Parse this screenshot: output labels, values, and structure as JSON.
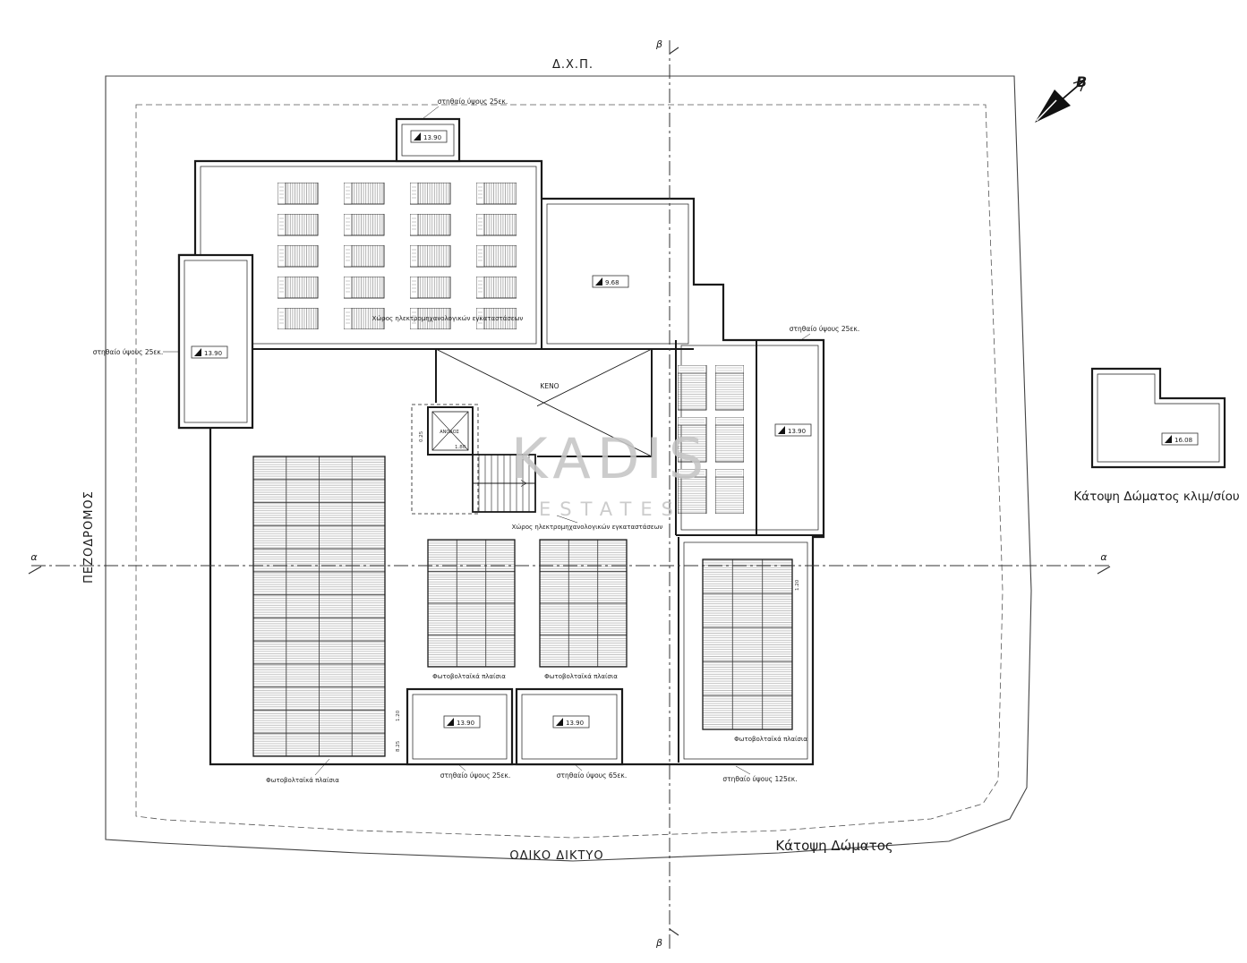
{
  "streets": {
    "top": "Δ.Χ.Π.",
    "left": "ΠΕΖΟΔΡΟΜΟΣ",
    "bottom": "ΟΔΙΚΟ ΔΙΚΤΥΟ"
  },
  "titles": {
    "main": "Κάτοψη Δώματος",
    "stair_roof": "Κάτοψη Δώματος κλιμ/σίου"
  },
  "north": {
    "label": "B"
  },
  "sections": {
    "beta_top": "β",
    "beta_bottom": "β",
    "alpha_left": "α",
    "alpha_right": "α"
  },
  "watermark": {
    "line1": "KADIS",
    "line2": "ESTATES"
  },
  "parapets": {
    "top": "στηθαίο ύψους 25εκ.",
    "left": "στηθαίο ύψους 25εκ.",
    "right": "στηθαίο ύψους 25εκ.",
    "bottom_25": "στηθαίο ύψους 25εκ.",
    "bottom_65": "στηθαίο ύψους 65εκ.",
    "bottom_125": "στηθαίο ύψους 125εκ."
  },
  "rooms": {
    "mech_top": "Χώρος ηλεκτρομηχανολογικών εγκαταστάσεων",
    "mech_mid": "Χώρος ηλεκτρομηχανολογικών εγκαταστάσεων",
    "void": "ΚΕΝΟ",
    "stairs_up": "ΑΝΟΔΟΣ"
  },
  "pv": {
    "left": "Φωτοβολταϊκά πλαίσια",
    "center_left": "Φωτοβολταϊκά πλαίσια",
    "center_right": "Φωτοβολταϊκά πλαίσια",
    "right": "Φωτοβολταϊκά πλαίσια"
  },
  "levels": {
    "top_box": "13.90",
    "left_box": "13.90",
    "upper_right": "9.68",
    "right_room": "13.90",
    "bottom_room_left": "13.90",
    "bottom_room_right": "13.90",
    "stair_roof": "16.08"
  },
  "dims": {
    "d1": "1.20",
    "d2": "1.20",
    "d3": "8.25",
    "d4": "0.25",
    "d5": "1.80"
  },
  "colors": {
    "line": "#1a1a1a",
    "boundary": "#444444",
    "watermark": "#c6c6c6"
  }
}
